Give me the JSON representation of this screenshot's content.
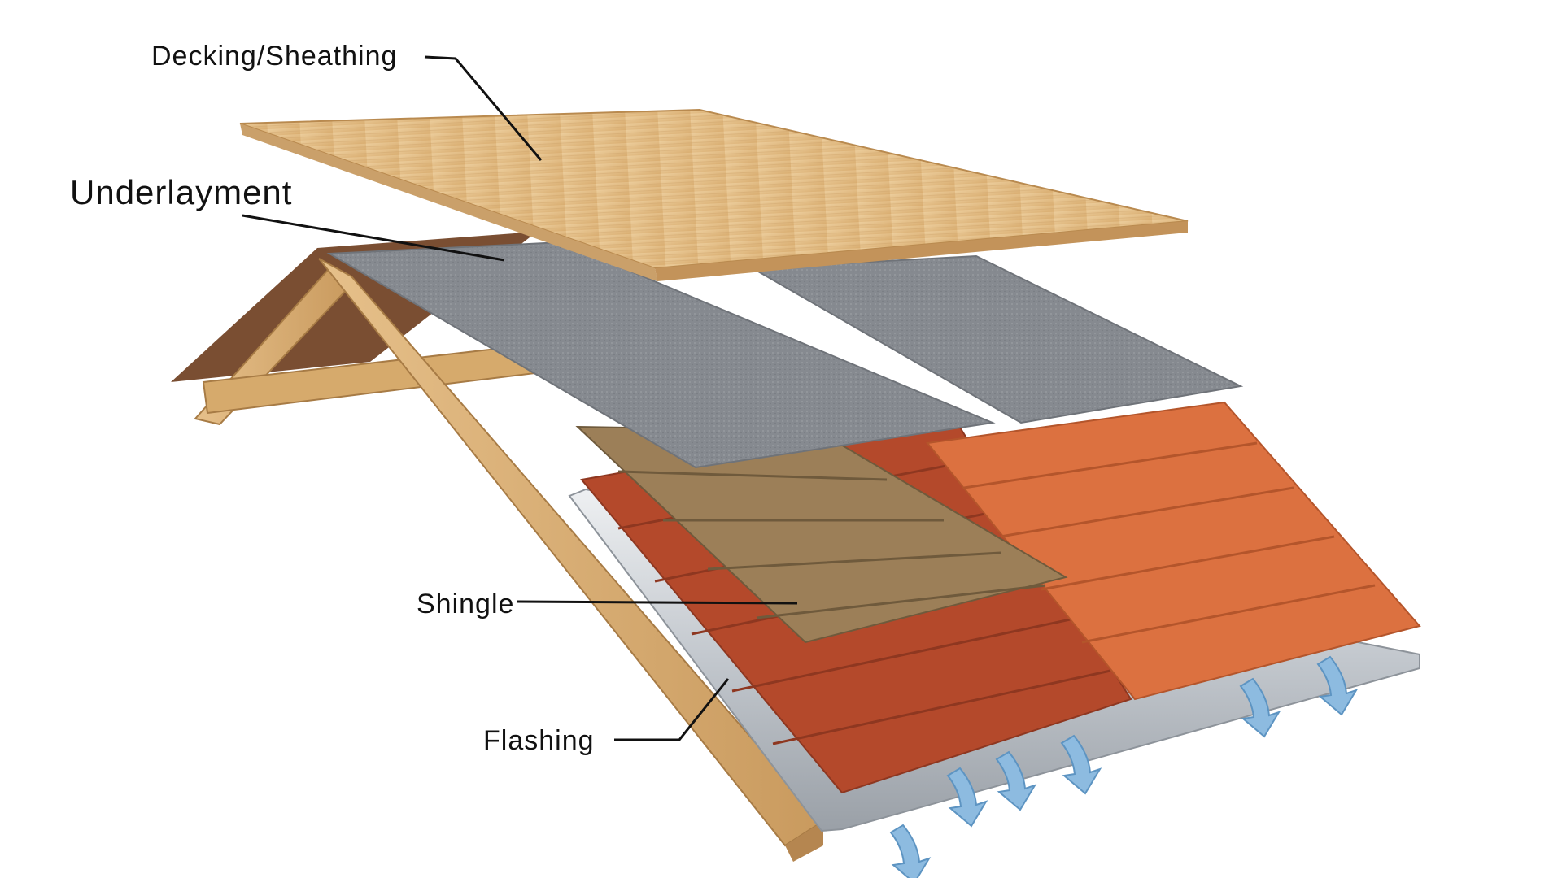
{
  "diagram": {
    "labels": {
      "decking": "Decking/Sheathing",
      "underlayment": "Underlayment",
      "shingle": "Shingle",
      "flashing": "Flashing"
    }
  },
  "colors": {
    "wood_light": "#e9c793",
    "wood_mid": "#d8ae72",
    "wood_dark": "#b98a4f",
    "underlayment": "#8a8e94",
    "underlayment_dark": "#6f7379",
    "asphalt": "#9c7f58",
    "asphalt_dark": "#6f5a3c",
    "tile_dark": "#b44a2c",
    "tile_light": "#dd7343",
    "flashing": "#c9cdd2",
    "arrow": "#8dbbe0",
    "leader": "#111111"
  }
}
